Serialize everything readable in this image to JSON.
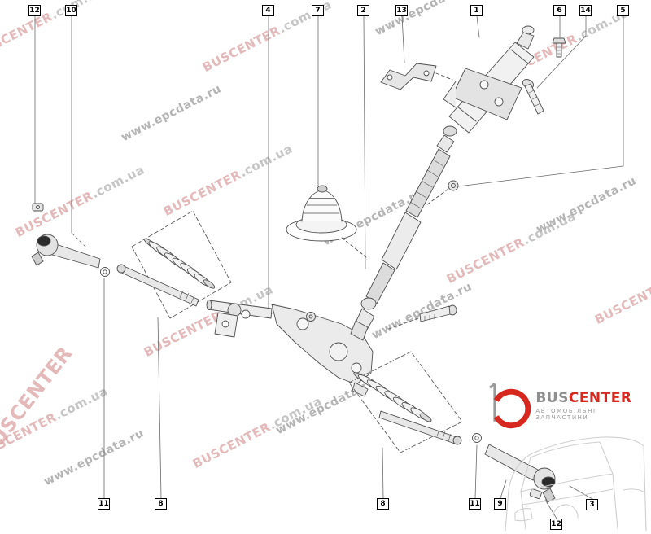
{
  "watermarks": {
    "buscenter": "BUSCENTER",
    "domain": ".com.ua",
    "epcdata": "www.epcdata.ru"
  },
  "callouts": [
    {
      "label": "12"
    },
    {
      "label": "10"
    },
    {
      "label": "4"
    },
    {
      "label": "7"
    },
    {
      "label": "2"
    },
    {
      "label": "13"
    },
    {
      "label": "1"
    },
    {
      "label": "6"
    },
    {
      "label": "14"
    },
    {
      "label": "5"
    },
    {
      "label": "11"
    },
    {
      "label": "8"
    },
    {
      "label": "8"
    },
    {
      "label": "11"
    },
    {
      "label": "9"
    },
    {
      "label": "3"
    },
    {
      "label": "12"
    }
  ],
  "logo": {
    "bus": "BUS",
    "center": "CENTER",
    "tagline": "АВТОМОБІЛЬНІ ЗАПЧАСТИНИ"
  },
  "colors": {
    "brand_red": "#d7281f",
    "brand_gray": "#8f8f8f",
    "watermark_pink": "#dca6a6",
    "watermark_gray": "#b5b5b5",
    "line_color": "#4f4f4f"
  }
}
